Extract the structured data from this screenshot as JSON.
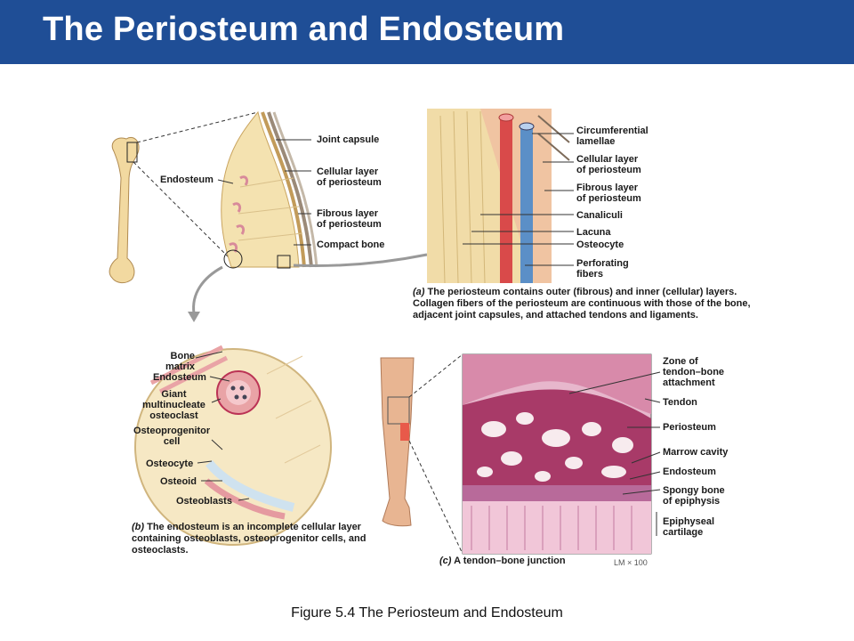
{
  "slide": {
    "title": "The Periosteum and Endosteum",
    "figure_caption": "Figure 5.4  The Periosteum and Endosteum",
    "colors": {
      "header": "#1f4e96",
      "bone": "#f2d9a0",
      "vessel_red": "#d94a4a",
      "vessel_blue": "#5b8fc7",
      "tissue_pink": "#c8467a"
    }
  },
  "panel_a": {
    "left_labels": {
      "joint_capsule": "Joint capsule",
      "endosteum": "Endosteum",
      "cellular_layer": "Cellular layer\nof periosteum",
      "fibrous_layer": "Fibrous layer\nof periosteum",
      "compact_bone": "Compact bone"
    },
    "right_labels": {
      "circumferential": "Circumferential\nlamellae",
      "cellular_layer": "Cellular layer\nof periosteum",
      "fibrous_layer": "Fibrous layer\nof periosteum",
      "canaliculi": "Canaliculi",
      "lacuna": "Lacuna",
      "osteocyte": "Osteocyte",
      "perforating": "Perforating\nfibers"
    },
    "tag": "(a)",
    "caption": "The periosteum contains outer (fibrous) and inner (cellular) layers. Collagen fibers of the periosteum are continuous with those of the bone, adjacent joint capsules, and attached tendons and ligaments."
  },
  "panel_b": {
    "labels": {
      "bone_matrix": "Bone\nmatrix",
      "endosteum": "Endosteum",
      "osteoclast": "Giant\nmultinucleate\nosteoclast",
      "osteoprogenitor": "Osteoprogenitor\ncell",
      "osteocyte": "Osteocyte",
      "osteoid": "Osteoid",
      "osteoblasts": "Osteoblasts"
    },
    "tag": "(b)",
    "caption": "The endosteum is an incomplete cellular layer containing osteoblasts, osteoprogenitor cells, and osteoclasts."
  },
  "panel_c": {
    "labels": {
      "zone": "Zone of\ntendon–bone\nattachment",
      "tendon": "Tendon",
      "periosteum": "Periosteum",
      "marrow": "Marrow cavity",
      "endosteum": "Endosteum",
      "spongy": "Spongy bone\nof epiphysis",
      "epiphyseal": "Epiphyseal\ncartilage"
    },
    "tag": "(c)",
    "caption": "A tendon–bone junction",
    "magnification": "LM × 100"
  }
}
